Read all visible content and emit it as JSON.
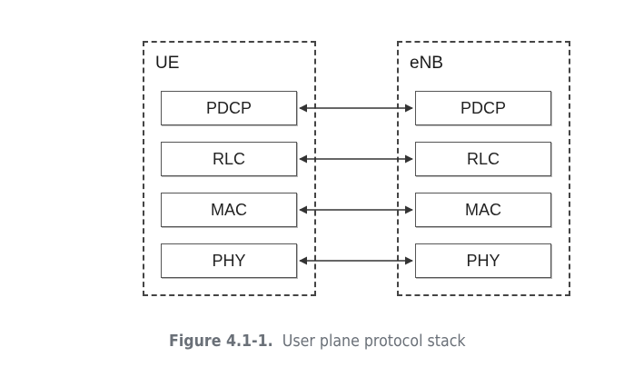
{
  "diagram": {
    "left_group": {
      "label": "UE",
      "layers": [
        "PDCP",
        "RLC",
        "MAC",
        "PHY"
      ]
    },
    "right_group": {
      "label": "eNB",
      "layers": [
        "PDCP",
        "RLC",
        "MAC",
        "PHY"
      ]
    },
    "connections": [
      {
        "from": "UE.PDCP",
        "to": "eNB.PDCP",
        "style": "double-arrow"
      },
      {
        "from": "UE.RLC",
        "to": "eNB.RLC",
        "style": "double-arrow"
      },
      {
        "from": "UE.MAC",
        "to": "eNB.MAC",
        "style": "double-arrow"
      },
      {
        "from": "UE.PHY",
        "to": "eNB.PHY",
        "style": "double-arrow"
      }
    ]
  },
  "caption": {
    "number": "Figure 4.1-1.",
    "text": "User plane protocol stack"
  },
  "colors": {
    "stroke": "#444444",
    "caption": "#6a7078"
  }
}
